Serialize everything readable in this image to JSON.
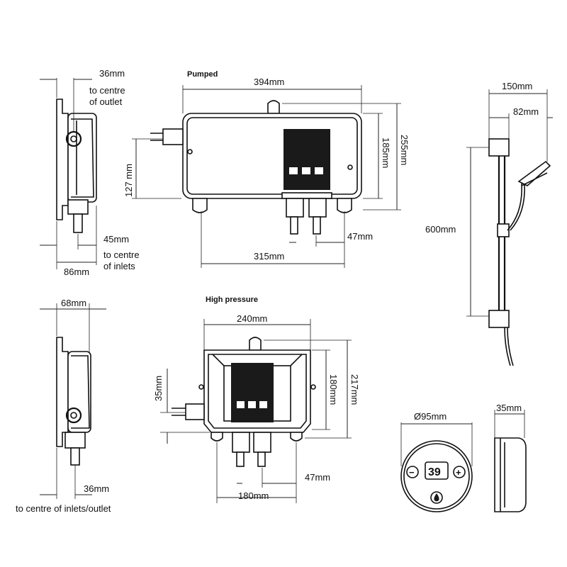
{
  "pumped": {
    "heading": "Pumped",
    "width": "394mm",
    "height": "255mm",
    "inner_height": "185mm",
    "inlet_height": "127 mm",
    "inlet_span": "315mm",
    "inlet_offset": "47mm"
  },
  "pumped_side": {
    "outlet_offset": "36mm",
    "outlet_note_1": "to centre",
    "outlet_note_2": "of outlet",
    "inlet_offset": "45mm",
    "inlet_note_1": "to centre",
    "inlet_note_2": "of inlets",
    "depth": "86mm"
  },
  "high_pressure": {
    "heading": "High pressure",
    "width": "240mm",
    "height": "217mm",
    "inner_height": "180mm",
    "inlet_height": "35mm",
    "inlet_span": "180mm",
    "inlet_offset": "47mm"
  },
  "high_pressure_side": {
    "depth": "68mm",
    "offset": "36mm",
    "note": "to centre of inlets/outlet"
  },
  "riser": {
    "depth": "150mm",
    "bracket": "82mm",
    "length": "600mm"
  },
  "controller": {
    "diameter": "Ø95mm",
    "depth": "35mm",
    "display": "39",
    "minus_symbol": "−",
    "plus_symbol": "+"
  }
}
